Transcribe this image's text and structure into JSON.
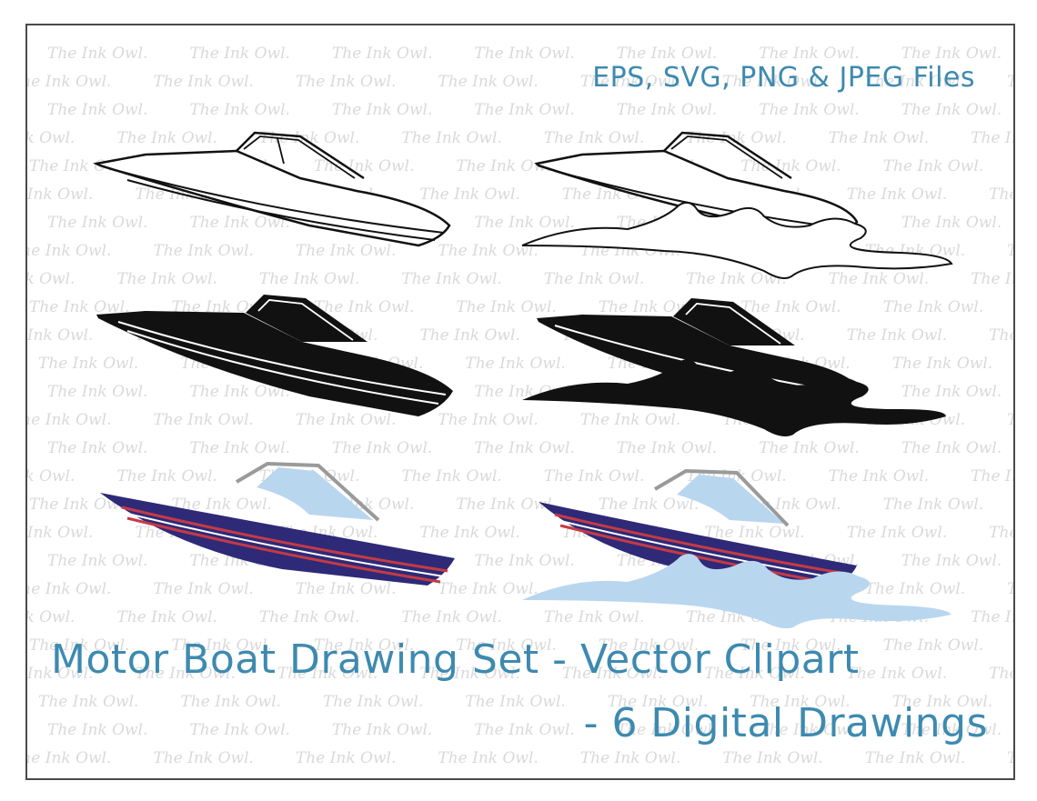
{
  "watermark": {
    "text": "The Ink Owl."
  },
  "header": {
    "formats": "EPS, SVG, PNG & JPEG Files"
  },
  "title": {
    "line1": "Motor Boat Drawing Set - Vector Clipart",
    "line2": "- 6 Digital Drawings"
  },
  "colors": {
    "accent_text": "#3d8ab0",
    "outline": "#111111",
    "hull_navy": "#2e2a77",
    "stripe_red": "#c63a45",
    "stripe_white": "#ffffff",
    "windshield_light_blue": "#b9d6ef",
    "water_light_blue": "#b9d6ef",
    "frame_gray": "#9a9a9a"
  },
  "drawings": [
    {
      "name": "motor-boat-outline-icon"
    },
    {
      "name": "motor-boat-outline-with-water-icon"
    },
    {
      "name": "motor-boat-silhouette-icon"
    },
    {
      "name": "motor-boat-silhouette-with-water-icon"
    },
    {
      "name": "motor-boat-color-icon"
    },
    {
      "name": "motor-boat-color-with-water-icon"
    }
  ]
}
